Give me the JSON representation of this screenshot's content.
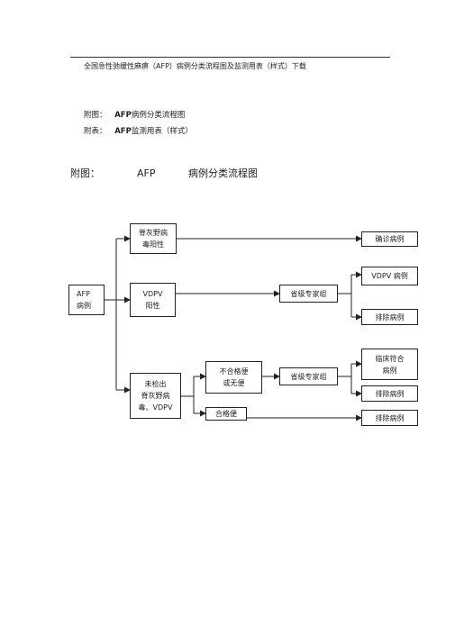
{
  "header": {
    "title": "全国急性弛缓性麻痹（AFP）病例分类流程图及监测用表（样式）下载"
  },
  "attachments": [
    {
      "label": "附图：",
      "bold": "AFP",
      "text": "病例分类流程图"
    },
    {
      "label": "附表：",
      "bold": "AFP",
      "text": "监测用表（样式）"
    }
  ],
  "figure_heading": {
    "label": "附图：",
    "code": "AFP",
    "title": "病例分类流程图"
  },
  "flowchart": {
    "afp_case": "AFP\n病例",
    "wild_positive": "脊灰野病\n毒阳性",
    "vdpv_positive": "VDPV\n阳性",
    "not_detected": "未检出\n脊灰野病\n毒、VDPV",
    "unqualified_stool": "不合格便\n或无便",
    "qualified_stool": "合格便",
    "expert_group_1": "省级专家组",
    "expert_group_2": "省级专家组",
    "confirmed_case": "确诊病例",
    "vdpv_case": "VDPV 病例",
    "excluded_1": "排除病例",
    "clinical_compatible": "临床符合\n病例",
    "excluded_2": "排除病例",
    "excluded_3": "排除病例"
  }
}
